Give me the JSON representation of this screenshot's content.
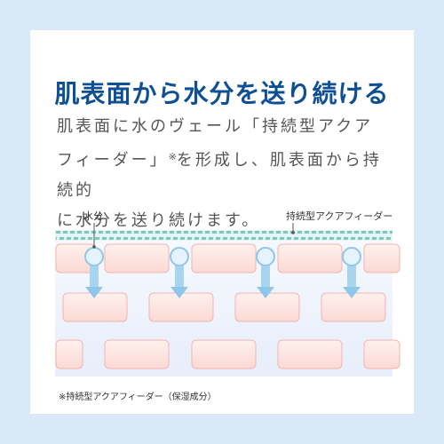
{
  "title": "肌表面から水分を送り続ける",
  "description": {
    "line1": "肌表面に水のヴェール「持続型アクア",
    "line2_pre": "フィーダー」",
    "line2_mark": "※",
    "line2_post": "を形成し、肌表面から持続的",
    "line3": "に水分を送り続けます。"
  },
  "labels": {
    "water": "水分",
    "aqua_feeder": "持続型アクアフィーダー"
  },
  "footnote": "※持続型アクアフィーダー（保湿成分）",
  "colors": {
    "title": "#0f4f93",
    "background": "#d9e9f7",
    "cell_fill": "#fde4e0",
    "cell_stroke": "#f2b4ae",
    "film": "#7ac6c1",
    "arrow": "#8fc7ea"
  }
}
